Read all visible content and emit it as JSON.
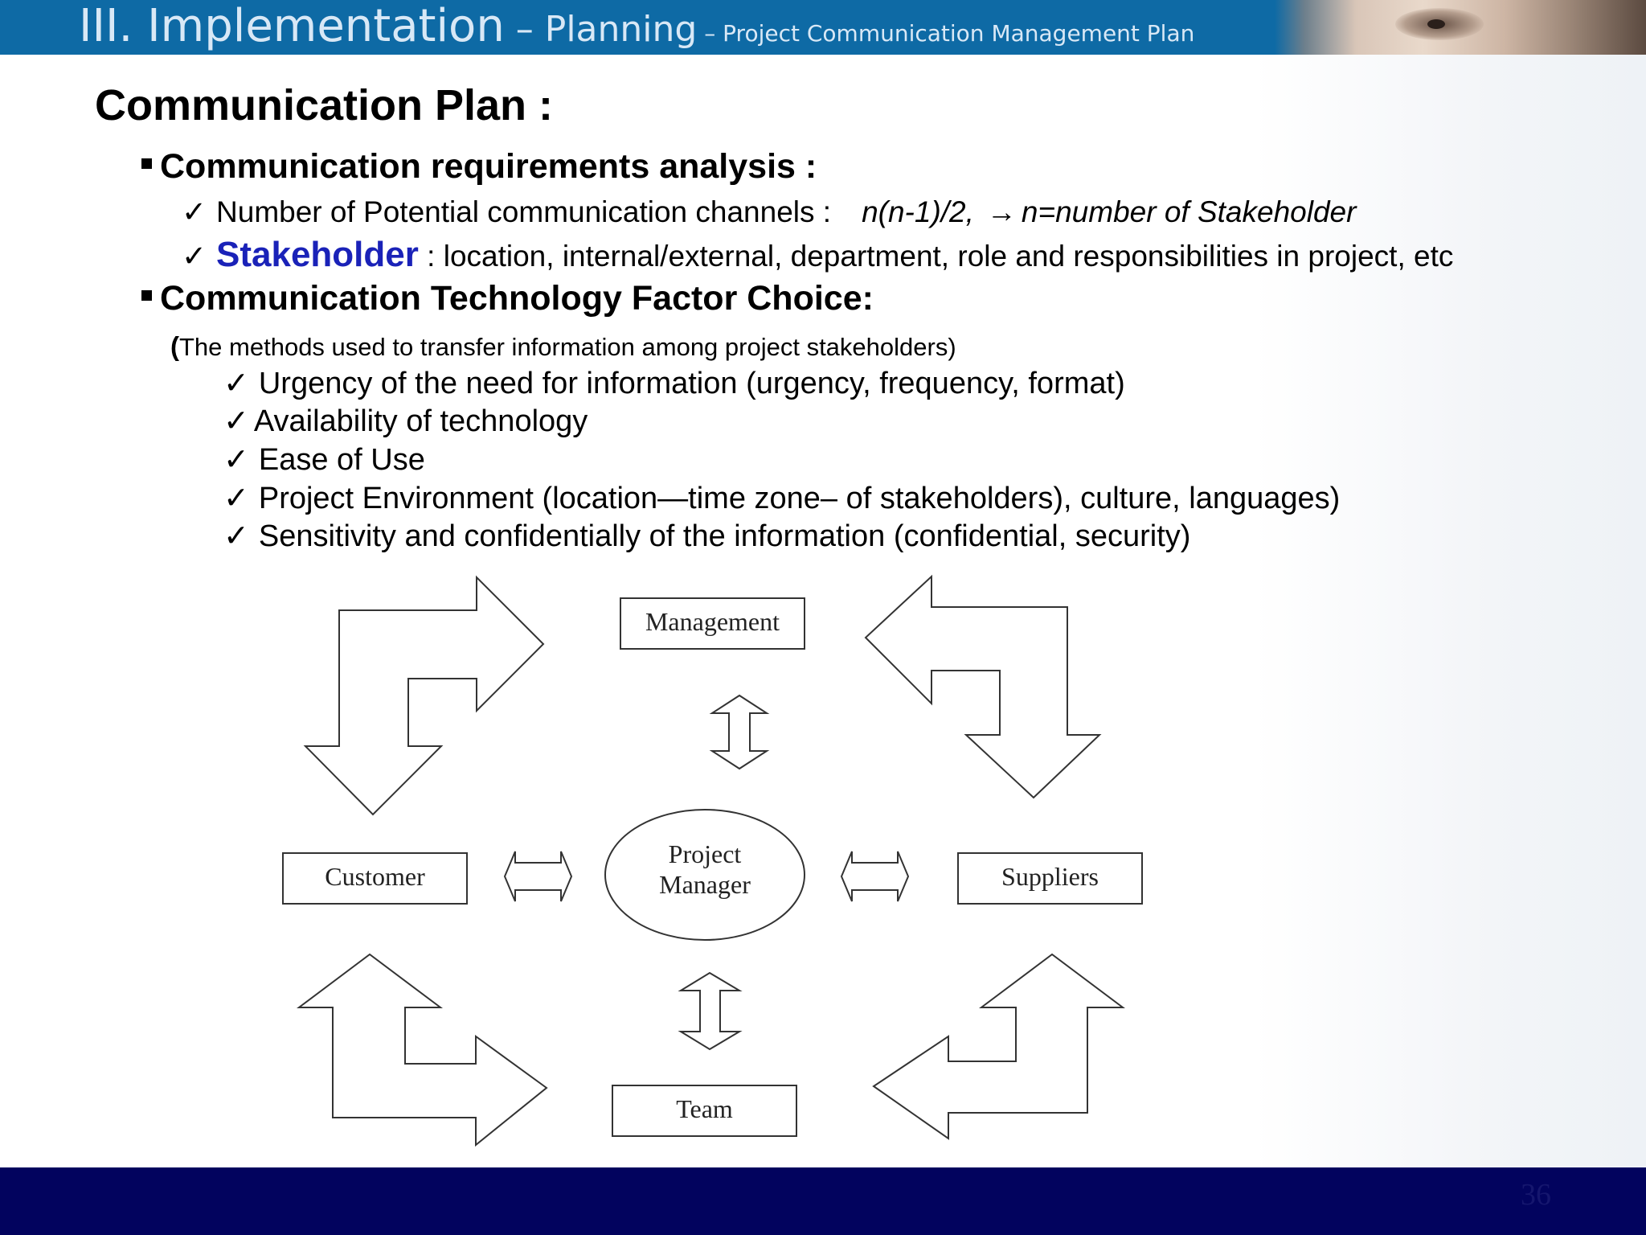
{
  "header": {
    "section": "III. Implementation",
    "separator_1": " – ",
    "topic": "Planning",
    "separator_2": " – ",
    "subtopic": "Project Communication Management Plan"
  },
  "slide": {
    "title": "Communication Plan  :",
    "bullet_1": "Communication requirements analysis :",
    "check_1a_text": "Number of Potential communication channels :",
    "check_1a_formula": "n(n-1)/2,",
    "check_1a_arrow": "→",
    "check_1a_def": "n=number of Stakeholder",
    "check_1b_keyword": "Stakeholder",
    "check_1b_text": " : location, internal/external, department, role and responsibilities in project, etc",
    "bullet_2": "Communication Technology Factor Choice:",
    "note_paren": "(",
    "note_text": "The methods used to transfer information among project stakeholders)",
    "factors": [
      "Urgency of the need for information (urgency, frequency, format)",
      "Availability of technology",
      "Ease of Use",
      "Project Environment  (location—time zone– of stakeholders), culture, languages)",
      "Sensitivity and confidentially of the information (confidential, security)"
    ],
    "check_mark": "✓"
  },
  "diagram": {
    "management": "Management",
    "customer": "Customer",
    "project_manager_line1": "Project",
    "project_manager_line2": "Manager",
    "suppliers": "Suppliers",
    "team": "Team"
  },
  "footer": {
    "page_number": "36"
  },
  "colors": {
    "header_bg": "#0e6aa5",
    "footer_bg": "#02035e",
    "stakeholder_blue": "#1a22b8"
  }
}
